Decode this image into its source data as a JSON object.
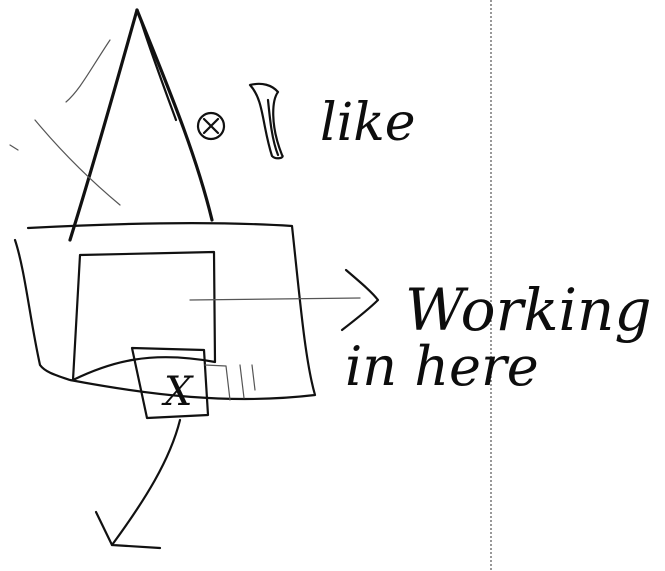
{
  "labels": {
    "top_right_note": "like",
    "callout_line1": "Working",
    "callout_line2": "in here",
    "box_mark": "X"
  }
}
